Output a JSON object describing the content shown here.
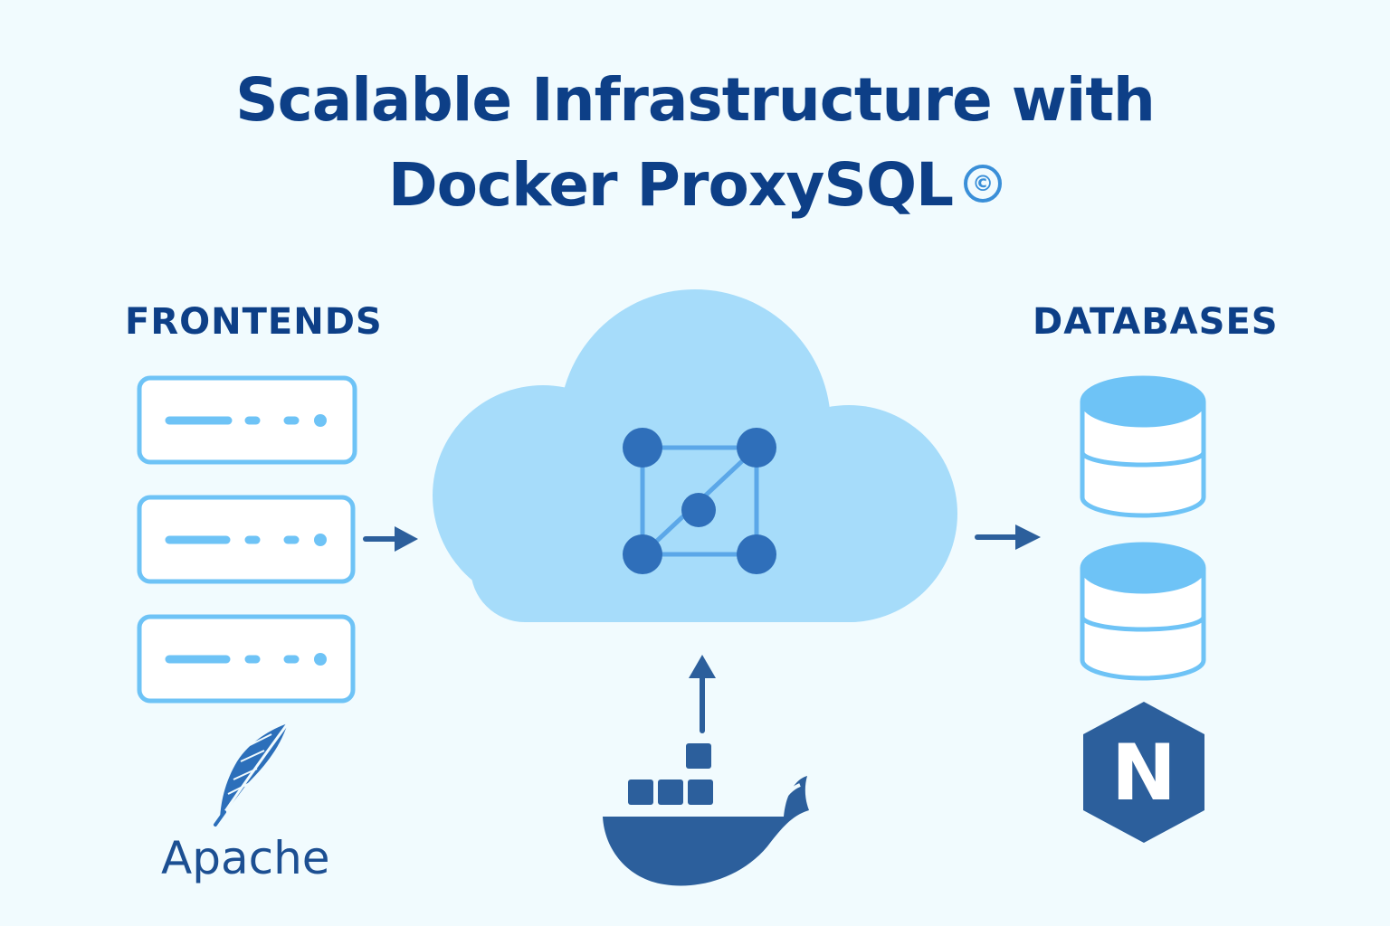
{
  "title": {
    "line1": "Scalable Infrastructure with",
    "line2": "Docker ProxySQL",
    "mark": "©"
  },
  "frontends": {
    "label": "FRONTENDS",
    "server_count": 3,
    "caption": "Apache"
  },
  "databases": {
    "label": "DATABASES",
    "db_count": 2,
    "nginx_letter": "N"
  },
  "colors": {
    "background": "#f1fbfe",
    "title": "#0d3f87",
    "light_blue": "#6ec3f6",
    "cloud": "#a6dcfa",
    "dark_blue": "#2c5f9c",
    "node_blue": "#2f6fba"
  },
  "icons": [
    "server-icon",
    "apache-feather-icon",
    "cloud-icon",
    "network-nodes-icon",
    "docker-whale-icon",
    "database-icon",
    "nginx-icon"
  ]
}
